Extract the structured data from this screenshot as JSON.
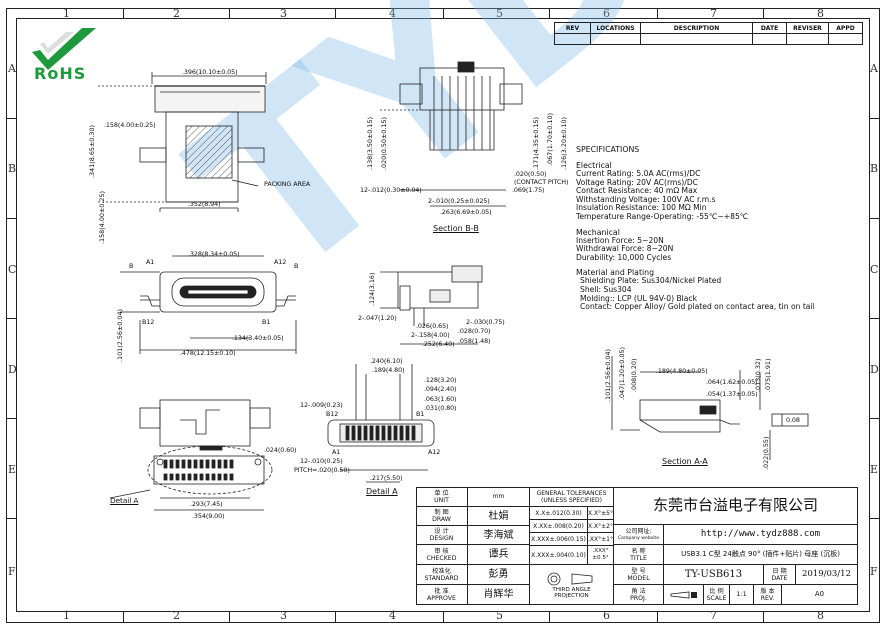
{
  "brand": {
    "logo_text": "RoHS",
    "logo_color": "#1e9a3c",
    "watermark_text": "TYDZ",
    "watermark_color": "#7ab4e6"
  },
  "grid": {
    "columns": [
      "1",
      "2",
      "3",
      "4",
      "5",
      "6",
      "7",
      "8"
    ],
    "rows": [
      "A",
      "B",
      "C",
      "D",
      "E",
      "F"
    ]
  },
  "revision_table": {
    "headers": [
      "REV",
      "LOCATIONS",
      "DESCRIPTION",
      "DATE",
      "REVISER",
      "APPD"
    ]
  },
  "views": {
    "top": {
      "width": ".396(10.10±0.05)",
      "left_top": ".158(4.00±0.25)",
      "height": ".341(8.65±0.30)",
      "left_low": ".158(4.00±0.25)",
      "bottom": ".352(8.94)",
      "packing": "PACKING AREA"
    },
    "section_bb": {
      "caption": "Section B-B",
      "d1": ".138(3.50±0.15)",
      "d2": ".020(0.50±0.15)",
      "d3": ".171(4.35±0.15)",
      "d4": ".067(1.70±0.10)",
      "d5": ".126(3.20±0.10)",
      "pitch1": ".020(0.50)",
      "pitch_note": "(CONTACT PITCH)",
      "d6": ".069(1.75)",
      "d7": "12-.012(0.30±0.04)",
      "d8": "2-.010(0.25±0.025)",
      "d9": ".263(6.69±0.05)"
    },
    "front": {
      "a1": "A1",
      "a12": "A12",
      "b": "B",
      "b_right": "B",
      "b12": "B12",
      "b1": "B1",
      "width": ".328(8.34±0.05)",
      "height": ".101(2.56±0.04)",
      "d1": ".134(3.40±0.05)",
      "d2": ".478(12.15±0.10)"
    },
    "side": {
      "d1": ".124(3.16)",
      "d2": "2-.047(1.20)",
      "d3": ".026(0.65)",
      "d4": "2-.030(0.75)",
      "d5": "2-.158(4.00)",
      "d6": ".028(0.70)",
      "d7": ".252(6.40)",
      "d8": ".058(1.48)"
    },
    "bottom": {
      "d1": ".024(0.60)",
      "d2": ".293(7.45)",
      "d3": ".354(9.00)",
      "detail_label": "Detail A"
    },
    "detail_a": {
      "caption": "Detail A",
      "d1": ".240(6.10)",
      "d2": ".189(4.80)",
      "d3": ".128(3.20)",
      "d4": ".094(2.40)",
      "d5": ".063(1.60)",
      "d6": ".031(0.80)",
      "d7": "12-.009(0.23)",
      "b12": "B12",
      "a1": "A1",
      "a12": "A12",
      "b1": "B1",
      "d8": "12-.010(0.25)",
      "pitch": "PITCH=.020(0.50)",
      "d9": ".217(5.50)"
    },
    "section_aa": {
      "caption": "Section A-A",
      "d1": ".101(2.56±0.04)",
      "d2": ".047(1.20±0.05)",
      "d3": ".008(0.20)",
      "d4": ".189(4.80±0.05)",
      "d5": ".013(0.32)",
      "d6": ".075(1.91)",
      "d7": ".064(1.62±0.05)",
      "d8": ".054(1.37±0.05)",
      "flatness": "0.08",
      "d9": ".022(0.55)"
    }
  },
  "specifications": {
    "title": "SPECIFICATIONS",
    "electrical_h": "Electrical",
    "electrical": [
      "Current Rating: 5.0A AC(rms)/DC",
      "Voltage Rating: 20V AC(rms)/DC",
      "Contact Resistance: 40 mΩ Max",
      "Withstanding Voltage: 100V AC r.m.s",
      "Insulation Resistance: 100 MΩ Min",
      "Temperature Range-Operating: -55℃~+85℃"
    ],
    "mechanical_h": "Mechanical",
    "mechanical": [
      "Insertion Force: 5~20N",
      "Withdrawal Force: 8~20N",
      "Durability: 10,000 Cycles"
    ],
    "material_h": "Material and Plating",
    "material": [
      "Shielding Plate: Sus304/Nickel Plated",
      "Shell: Sus304",
      "Molding:: LCP (UL 94V-0)  Black",
      "Contact: Copper Alloy/ Gold plated on contact area, tin on tail"
    ]
  },
  "title_block": {
    "unit_cn": "单 位",
    "unit_en": "UNIT",
    "unit_val": "mm",
    "draw_cn": "制 图",
    "draw_en": "DRAW",
    "draw_name": "杜娟",
    "design_cn": "设 计",
    "design_en": "DESIGN",
    "design_name": "李海斌",
    "checked_cn": "审 核",
    "checked_en": "CHECKED",
    "checked_name": "谭兵",
    "standard_cn": "校准化",
    "standard_en": "STANDARD",
    "standard_name": "彭勇",
    "approve_cn": "批 准",
    "approve_en": "APPROVE",
    "approve_name": "肖辉华",
    "tol_title": "GENERAL TOLERANCES",
    "tol_sub": "(UNLESS SPECIFIED)",
    "tol_rows": [
      [
        "X.X±.012(0.30)",
        "X.X°±5°"
      ],
      [
        "X.XX±.008(0.20)",
        "X.X°±2°"
      ],
      [
        "X.XXX±.006(0.15)",
        ".XX°±1°"
      ],
      [
        "X.XXX±.004(0.10)",
        ".XXX°±0.5°"
      ]
    ],
    "projection": "THIRD ANGLE PROJECTION",
    "company": "东莞市台溢电子有限公司",
    "website_cn": "公司网址:",
    "website_en": "Company website",
    "website": "http://www.tydz888.com",
    "name_cn": "名 称",
    "name_en": "TITLE",
    "name": "USB3.1 C型 24触点 90° (插件+贴片) 母座 (沉板)",
    "model_cn": "型 号",
    "model_en": "MODEL",
    "model": "TY-USB613",
    "date_cn": "日 期",
    "date_en": "DATE",
    "date": "2019/03/12",
    "proj_cn": "角 法",
    "proj_en": "PROJ.",
    "scale_cn": "比 例",
    "scale_en": "SCALE",
    "scale": "1:1",
    "rev_cn": "版 本",
    "rev_en": "REV.",
    "rev": "A0"
  }
}
